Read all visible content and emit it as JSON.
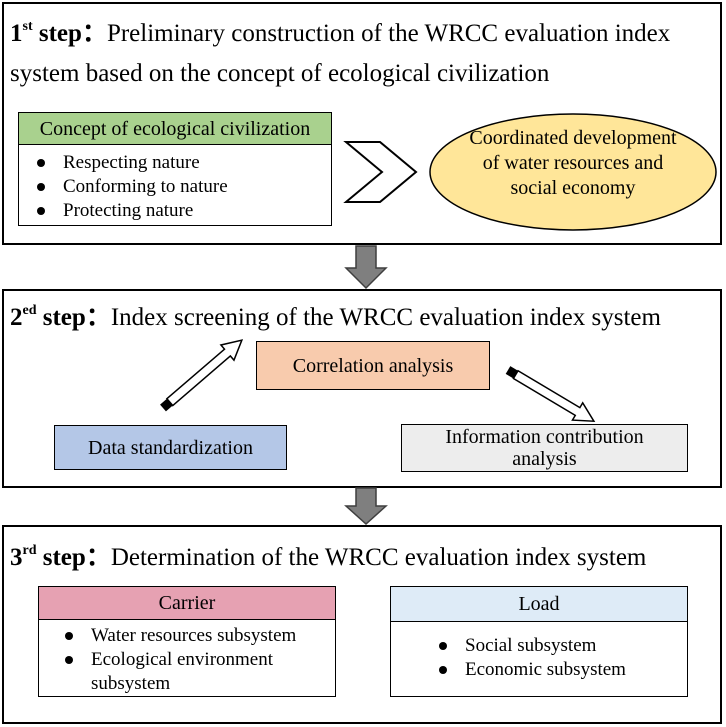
{
  "step1": {
    "num": "1",
    "sup": "st",
    "word": "step",
    "colon": "：",
    "title_line1": "Preliminary construction of the WRCC evaluation index",
    "title_line2": "system based  on the concept of ecological civilization",
    "concept_header": "Concept of ecological civilization",
    "concept_items": [
      "Respecting nature",
      "Conforming to nature",
      "Protecting nature"
    ],
    "ellipse_text": [
      "Coordinated development",
      "of water resources and",
      "social economy"
    ]
  },
  "step2": {
    "num": "2",
    "sup": "ed",
    "word": "step",
    "colon": "：",
    "title": "Index screening of the WRCC evaluation index system",
    "correlation": "Correlation analysis",
    "standardization": "Data standardization",
    "information": [
      "Information contribution",
      "analysis"
    ]
  },
  "step3": {
    "num": "3",
    "sup": "rd",
    "word": "step",
    "colon": "：",
    "title": "Determination of the WRCC evaluation index system",
    "carrier_header": "Carrier",
    "carrier_items": [
      "Water resources subsystem",
      "Ecological environment subsystem"
    ],
    "load_header": "Load",
    "load_items": [
      "Social subsystem",
      "Economic subsystem"
    ]
  },
  "colors": {
    "concept_header_fill": "#a9d18e",
    "ellipse_fill": "#ffe699",
    "correlation_fill": "#f8cbad",
    "standardization_fill": "#b4c7e7",
    "information_fill": "#ededed",
    "carrier_header_fill": "#e6a1b2",
    "load_header_fill": "#deebf7",
    "down_arrow_fill": "#7f7f7f"
  }
}
